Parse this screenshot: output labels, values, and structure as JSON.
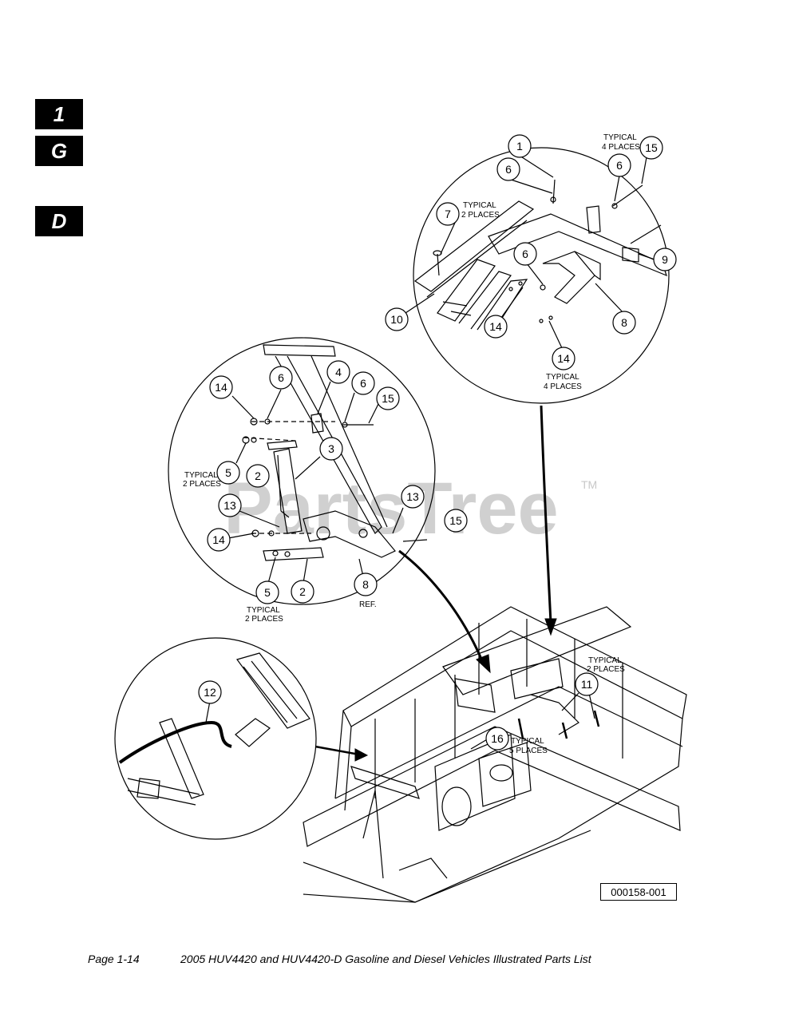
{
  "section_tabs": [
    "1",
    "G",
    "D"
  ],
  "watermark": {
    "text": "PartsTree",
    "tm": "TM"
  },
  "detail_top": {
    "callouts": [
      "1",
      "6",
      "15",
      "6",
      "7",
      "6",
      "9",
      "10",
      "14",
      "8",
      "14"
    ],
    "notes": [
      "TYPICAL",
      "4 PLACES",
      "TYPICAL",
      "2 PLACES",
      "TYPICAL",
      "4 PLACES"
    ]
  },
  "detail_middle": {
    "callouts": [
      "14",
      "6",
      "4",
      "6",
      "15",
      "3",
      "5",
      "2",
      "13",
      "13",
      "15",
      "14",
      "5",
      "2",
      "8"
    ],
    "notes": [
      "TYPICAL",
      "2 PLACES",
      "TYPICAL",
      "2 PLACES",
      "REF."
    ]
  },
  "detail_left": {
    "callouts": [
      "12"
    ]
  },
  "main_view": {
    "callouts": [
      "11",
      "16"
    ],
    "notes": [
      "TYPICAL",
      "2 PLACES",
      "TYPICAL",
      "5 PLACES"
    ]
  },
  "drawing_id": "000158-001",
  "footer": {
    "page": "Page 1-14",
    "title": "2005 HUV4420 and HUV4420-D Gasoline and Diesel Vehicles Illustrated Parts List"
  }
}
